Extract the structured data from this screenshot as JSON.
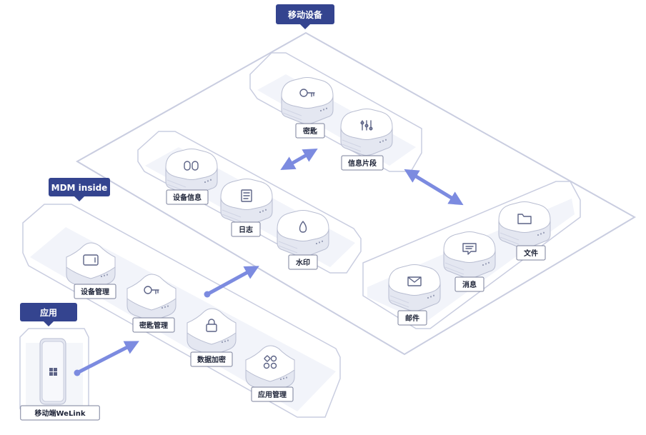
{
  "colors": {
    "tag": "#34448f",
    "arrow": "#7c8be0",
    "outline": "#c9cde0",
    "tray": "#eaedf6",
    "tile_top": "#ffffff",
    "tile_side": "#e4e7f1",
    "icon": "#5c6386",
    "label_border": "#7b819b"
  },
  "groups": {
    "mobile_device": {
      "title": "移动设备",
      "cluster_security": {
        "items": [
          "密匙",
          "信息片段"
        ]
      },
      "cluster_records": {
        "items": [
          "设备信息",
          "日志",
          "水印"
        ]
      },
      "cluster_content": {
        "items": [
          "邮件",
          "消息",
          "文件"
        ]
      }
    },
    "mdm_inside": {
      "title": "MDM inside",
      "items": [
        "设备管理",
        "密匙管理",
        "数据加密",
        "应用管理"
      ]
    },
    "app": {
      "title": "应用",
      "items": [
        "移动端WeLink"
      ]
    }
  },
  "icons": {
    "mdm_inside": [
      "tablet-icon",
      "key-icon",
      "lock-icon",
      "apps-icon"
    ],
    "app": [
      "windows-logo-icon"
    ],
    "cluster_security": [
      "key-icon",
      "sliders-icon"
    ],
    "cluster_records": [
      "toggle-icon",
      "document-icon",
      "droplet-icon"
    ],
    "cluster_content": [
      "mail-icon",
      "message-icon",
      "folder-icon"
    ]
  }
}
